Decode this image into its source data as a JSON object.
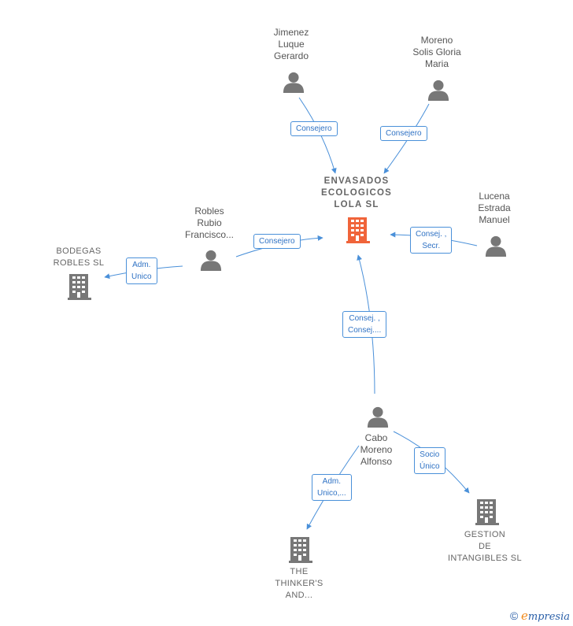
{
  "nodes": {
    "main": {
      "label": "ENVASADOS\nECOLOGICOS\nLOLA  SL"
    },
    "jimenez": {
      "label": "Jimenez\nLuque\nGerardo"
    },
    "moreno_solis": {
      "label": "Moreno\nSolis Gloria\nMaria"
    },
    "lucena": {
      "label": "Lucena\nEstrada\nManuel"
    },
    "robles": {
      "label": "Robles\nRubio\nFrancisco..."
    },
    "bodegas": {
      "label": "BODEGAS\nROBLES  SL"
    },
    "cabo": {
      "label": "Cabo\nMoreno\nAlfonso"
    },
    "thinkers": {
      "label": "THE\nTHINKER'S\nAND..."
    },
    "gestion": {
      "label": "GESTION\nDE\nINTANGIBLES SL"
    }
  },
  "edges": {
    "jimenez_main": "Consejero",
    "moreno_main": "Consejero",
    "lucena_main": "Consej. ,\nSecr.",
    "robles_main": "Consejero",
    "robles_bodegas": "Adm.\nUnico",
    "cabo_main": "Consej. ,\nConsej....",
    "cabo_thinkers": "Adm.\nUnico,...",
    "cabo_gestion": "Socio\nÚnico"
  },
  "colors": {
    "edge": "#4a90d9",
    "person": "#777777",
    "company": "#777777",
    "main_company": "#f0643a"
  },
  "footer": {
    "copyright": "©",
    "brand_e": "e",
    "brand_rest": "mpresia"
  }
}
